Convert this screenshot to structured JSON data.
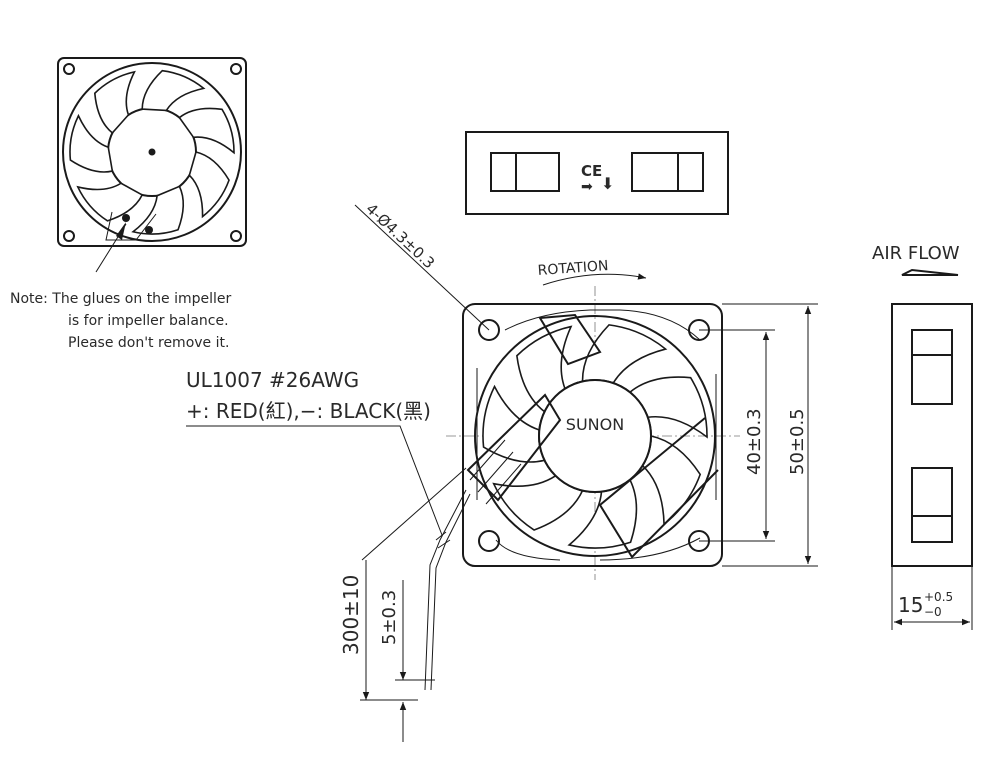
{
  "note": {
    "line1": "Note: The glues on the impeller",
    "line2": "is for impeller balance.",
    "line3": "Please don't remove it."
  },
  "label_marks": {
    "ce": "CE",
    "arrow_right": "➡",
    "arrow_down": "⬇"
  },
  "hole_spec": "4-Ø4.3±0.3",
  "rotation": "ROTATION",
  "brand": "SUNON",
  "wire": {
    "spec": "UL1007  #26AWG",
    "colors": "+: RED(紅),−: BLACK(黑)"
  },
  "airflow": "AIR FLOW",
  "dims": {
    "hole_pitch": "40±0.3",
    "size": "50±0.5",
    "lead_length": "300±10",
    "strip_length": "5±0.3",
    "thickness_base": "15",
    "thickness_plus": "+0.5",
    "thickness_minus": "−0"
  },
  "icons": {
    "front_view": "fan-front-view-icon",
    "side_view": "fan-side-view-icon"
  }
}
